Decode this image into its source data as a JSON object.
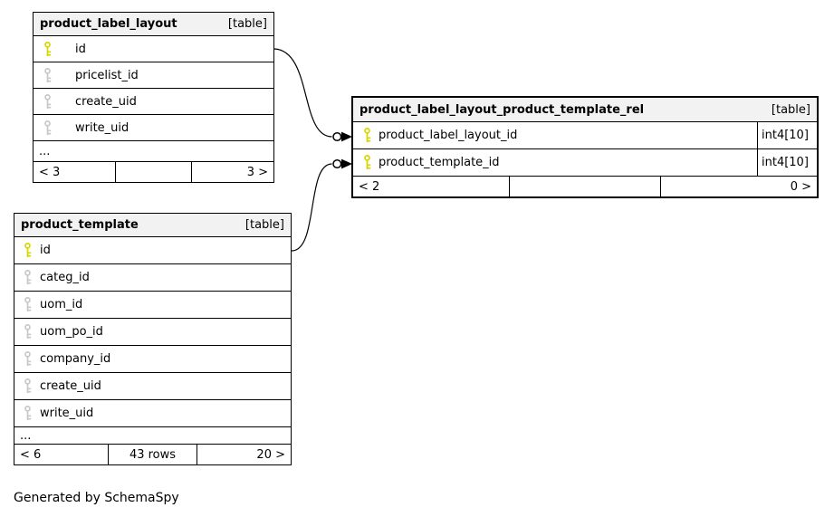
{
  "diagram": {
    "generated_by": "Generated by SchemaSpy",
    "colors": {
      "primary_key": "#d6d600",
      "foreign_key": "#c8c8c8",
      "header_bg": "#f2f2f2",
      "border": "#000000",
      "row_bg": "#ffffff",
      "edge": "#000000"
    },
    "icons": {
      "primary_key_icon": "yellow key glyph",
      "foreign_key_icon": "gray key glyph"
    }
  },
  "tables": {
    "product_label_layout": {
      "title": "product_label_layout",
      "tag": "[table]",
      "columns": [
        {
          "name": "id",
          "key": "primary"
        },
        {
          "name": "pricelist_id",
          "key": "foreign"
        },
        {
          "name": "create_uid",
          "key": "foreign"
        },
        {
          "name": "write_uid",
          "key": "foreign"
        }
      ],
      "ellipsis": "...",
      "footer": {
        "left": "< 3",
        "center": "",
        "right": "3 >"
      }
    },
    "product_label_layout_product_template_rel": {
      "title": "product_label_layout_product_template_rel",
      "tag": "[table]",
      "columns": [
        {
          "name": "product_label_layout_id",
          "type": "int4[10]",
          "key": "primary"
        },
        {
          "name": "product_template_id",
          "type": "int4[10]",
          "key": "primary"
        }
      ],
      "footer": {
        "left": "< 2",
        "center": "",
        "right": "0 >"
      }
    },
    "product_template": {
      "title": "product_template",
      "tag": "[table]",
      "columns": [
        {
          "name": "id",
          "key": "primary"
        },
        {
          "name": "categ_id",
          "key": "foreign"
        },
        {
          "name": "uom_id",
          "key": "foreign"
        },
        {
          "name": "uom_po_id",
          "key": "foreign"
        },
        {
          "name": "company_id",
          "key": "foreign"
        },
        {
          "name": "create_uid",
          "key": "foreign"
        },
        {
          "name": "write_uid",
          "key": "foreign"
        }
      ],
      "ellipsis": "...",
      "footer": {
        "left": "< 6",
        "center": "43 rows",
        "right": "20 >"
      }
    }
  },
  "relationships": [
    {
      "from_table": "product_label_layout",
      "from_column": "id",
      "to_table": "product_label_layout_product_template_rel",
      "to_column": "product_label_layout_id"
    },
    {
      "from_table": "product_template",
      "from_column": "id",
      "to_table": "product_label_layout_product_template_rel",
      "to_column": "product_template_id"
    }
  ]
}
